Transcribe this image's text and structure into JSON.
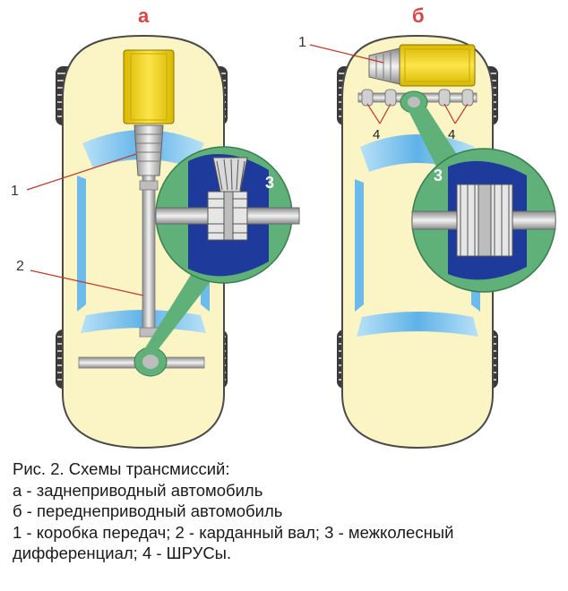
{
  "panels": {
    "a": {
      "letter": "а"
    },
    "b": {
      "letter": "б"
    }
  },
  "callouts": {
    "gearbox": "1",
    "driveshaft": "2",
    "differential": "3",
    "cv_joints": "4"
  },
  "caption": {
    "line1": "Рис. 2. Схемы трансмиссий:",
    "line2": "а - заднеприводный автомобиль",
    "line3": "б - переднеприводный автомобиль",
    "line4": "1 - коробка передач; 2 - карданный вал; 3 - межколесный",
    "line5": "дифференциал; 4 - ШРУСы."
  },
  "colors": {
    "car_body": "#fbf4c4",
    "car_outline": "#4a4a4a",
    "engine": "#f2d21a",
    "differential_green": "#5fb079",
    "differential_blue": "#1e3a9a",
    "glass_blue": "#7fc4ef",
    "panel_letter": "#d94444"
  }
}
